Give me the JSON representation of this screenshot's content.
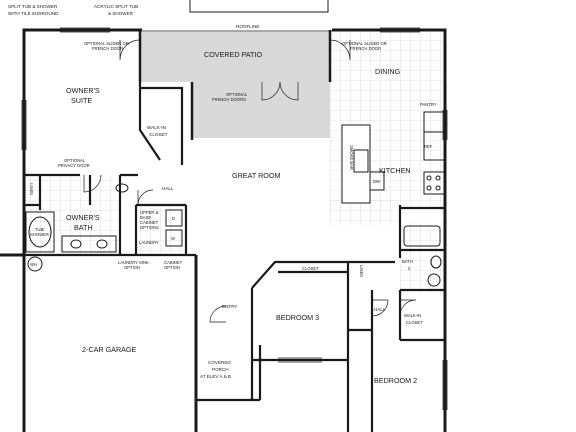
{
  "top_notes": {
    "left_line1": "SPLIT TUB & SHOWER",
    "left_line2": "WITH TILE SURROUND",
    "mid_line1": "ACRYLIC SPLIT TUB",
    "mid_line2": "& SHOWER"
  },
  "roofline": "ROOFLINE",
  "rooms": {
    "covered_patio": "COVERED PATIO",
    "dining": "DINING",
    "owners_suite_1": "OWNER'S",
    "owners_suite_2": "SUITE",
    "walkin_closet_1": "WALK-IN",
    "walkin_closet_2": "CLOSET",
    "great_room": "GREAT ROOM",
    "kitchen": "KITCHEN",
    "pantry": "PANTRY",
    "ref": "REF",
    "smoke_bar": "SMOKE BAR",
    "dw": "DW",
    "hall_1": "HALL",
    "linen_1": "LINEN",
    "owners_bath_1": "OWNER'S",
    "owners_bath_2": "BATH",
    "tub_shower_1": "TUB/",
    "tub_shower_2": "SHOWER",
    "laundry": "LAUNDRY",
    "d": "D",
    "w": "W",
    "wh": "WH",
    "bath2_1": "BATH",
    "bath2_2": "2",
    "closet": "CLOSET",
    "linen_2": "LINEN",
    "hall_2": "HALL",
    "walkin_closet2_1": "WALK-IN",
    "walkin_closet2_2": "CLOSET",
    "entry": "ENTRY",
    "bedroom3": "BEDROOM 3",
    "bedroom2": "BEDROOM 2",
    "garage": "2-CAR GARAGE",
    "porch_1": "COVERED",
    "porch_2": "PORCH",
    "porch_3": "AT ELEV A & B"
  },
  "notes": {
    "slider_left_1": "OPTIONAL SLIDER OR",
    "slider_left_2": "FRENCH DOOR",
    "slider_right_1": "OPTIONAL SLIDER OR",
    "slider_right_2": "FRENCH DOOR",
    "french_doors_1": "OPTIONAL",
    "french_doors_2": "FRENCH DOORS",
    "privacy_1": "OPTIONAL",
    "privacy_2": "PRIVACY DOOR",
    "upper_base_1": "UPPER &",
    "upper_base_2": "BASE",
    "upper_base_3": "CABINET",
    "upper_base_4": "OPTIONS",
    "laundry_sink_1": "LAUNDRY SINK",
    "laundry_sink_2": "OPTION",
    "cabinet_opt_1": "CABINET",
    "cabinet_opt_2": "OPTION"
  },
  "colors": {
    "wall": "#1a1a1a",
    "patio_fill": "#d9d9d9",
    "tile_grid": "#c9c9c9",
    "counter": "#bdbdbd"
  }
}
